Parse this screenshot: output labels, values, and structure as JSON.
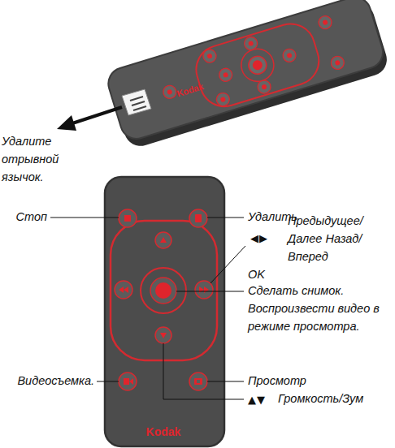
{
  "diagram": {
    "labels": [
      "Удалите отрывной язычок.",
      "Стоп",
      "Удалить",
      "◀▶",
      "Предыдущее/ Далее Назад/Вперед",
      "OK",
      "Сделать снимок. Воспроизвести видео в режиме просмотра.",
      "Видеосъемка.",
      "Просмотр",
      "▲▼",
      "Громкость/Зум",
      "Kodak",
      "Kodak"
    ]
  }
}
